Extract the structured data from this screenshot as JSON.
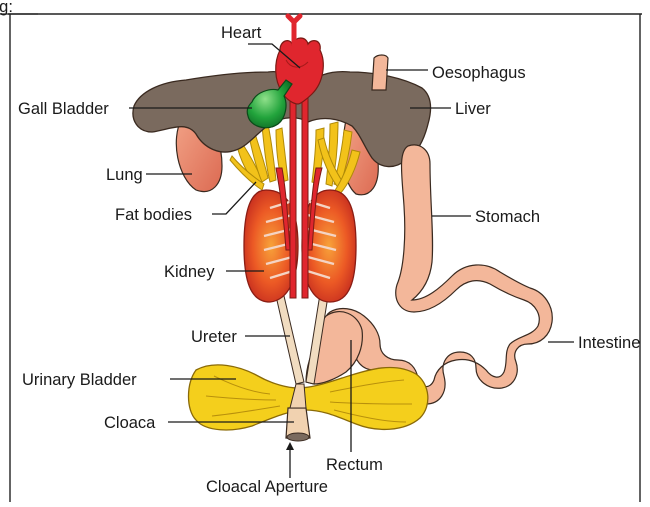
{
  "header_fragment": "ng:",
  "labels": {
    "heart": "Heart",
    "oesophagus": "Oesophagus",
    "gall_bladder": "Gall Bladder",
    "liver": "Liver",
    "lung": "Lung",
    "stomach": "Stomach",
    "fat_bodies": "Fat bodies",
    "kidney": "Kidney",
    "ureter": "Ureter",
    "intestine": "Intestine",
    "urinary_bladder": "Urinary Bladder",
    "cloaca": "Cloaca",
    "rectum": "Rectum",
    "cloacal_aperture": "Cloacal Aperture"
  },
  "colors": {
    "heart": "#e0262e",
    "liver": "#7a6a5e",
    "gall_bladder": "#1f9a3a",
    "lung": "#e9876e",
    "stomach_intestine": "#f3b79a",
    "kidney": "#e8492a",
    "fat_bodies": "#f2c21a",
    "urinary_bladder": "#f4cf1c",
    "ureter": "#f1dcc0"
  }
}
